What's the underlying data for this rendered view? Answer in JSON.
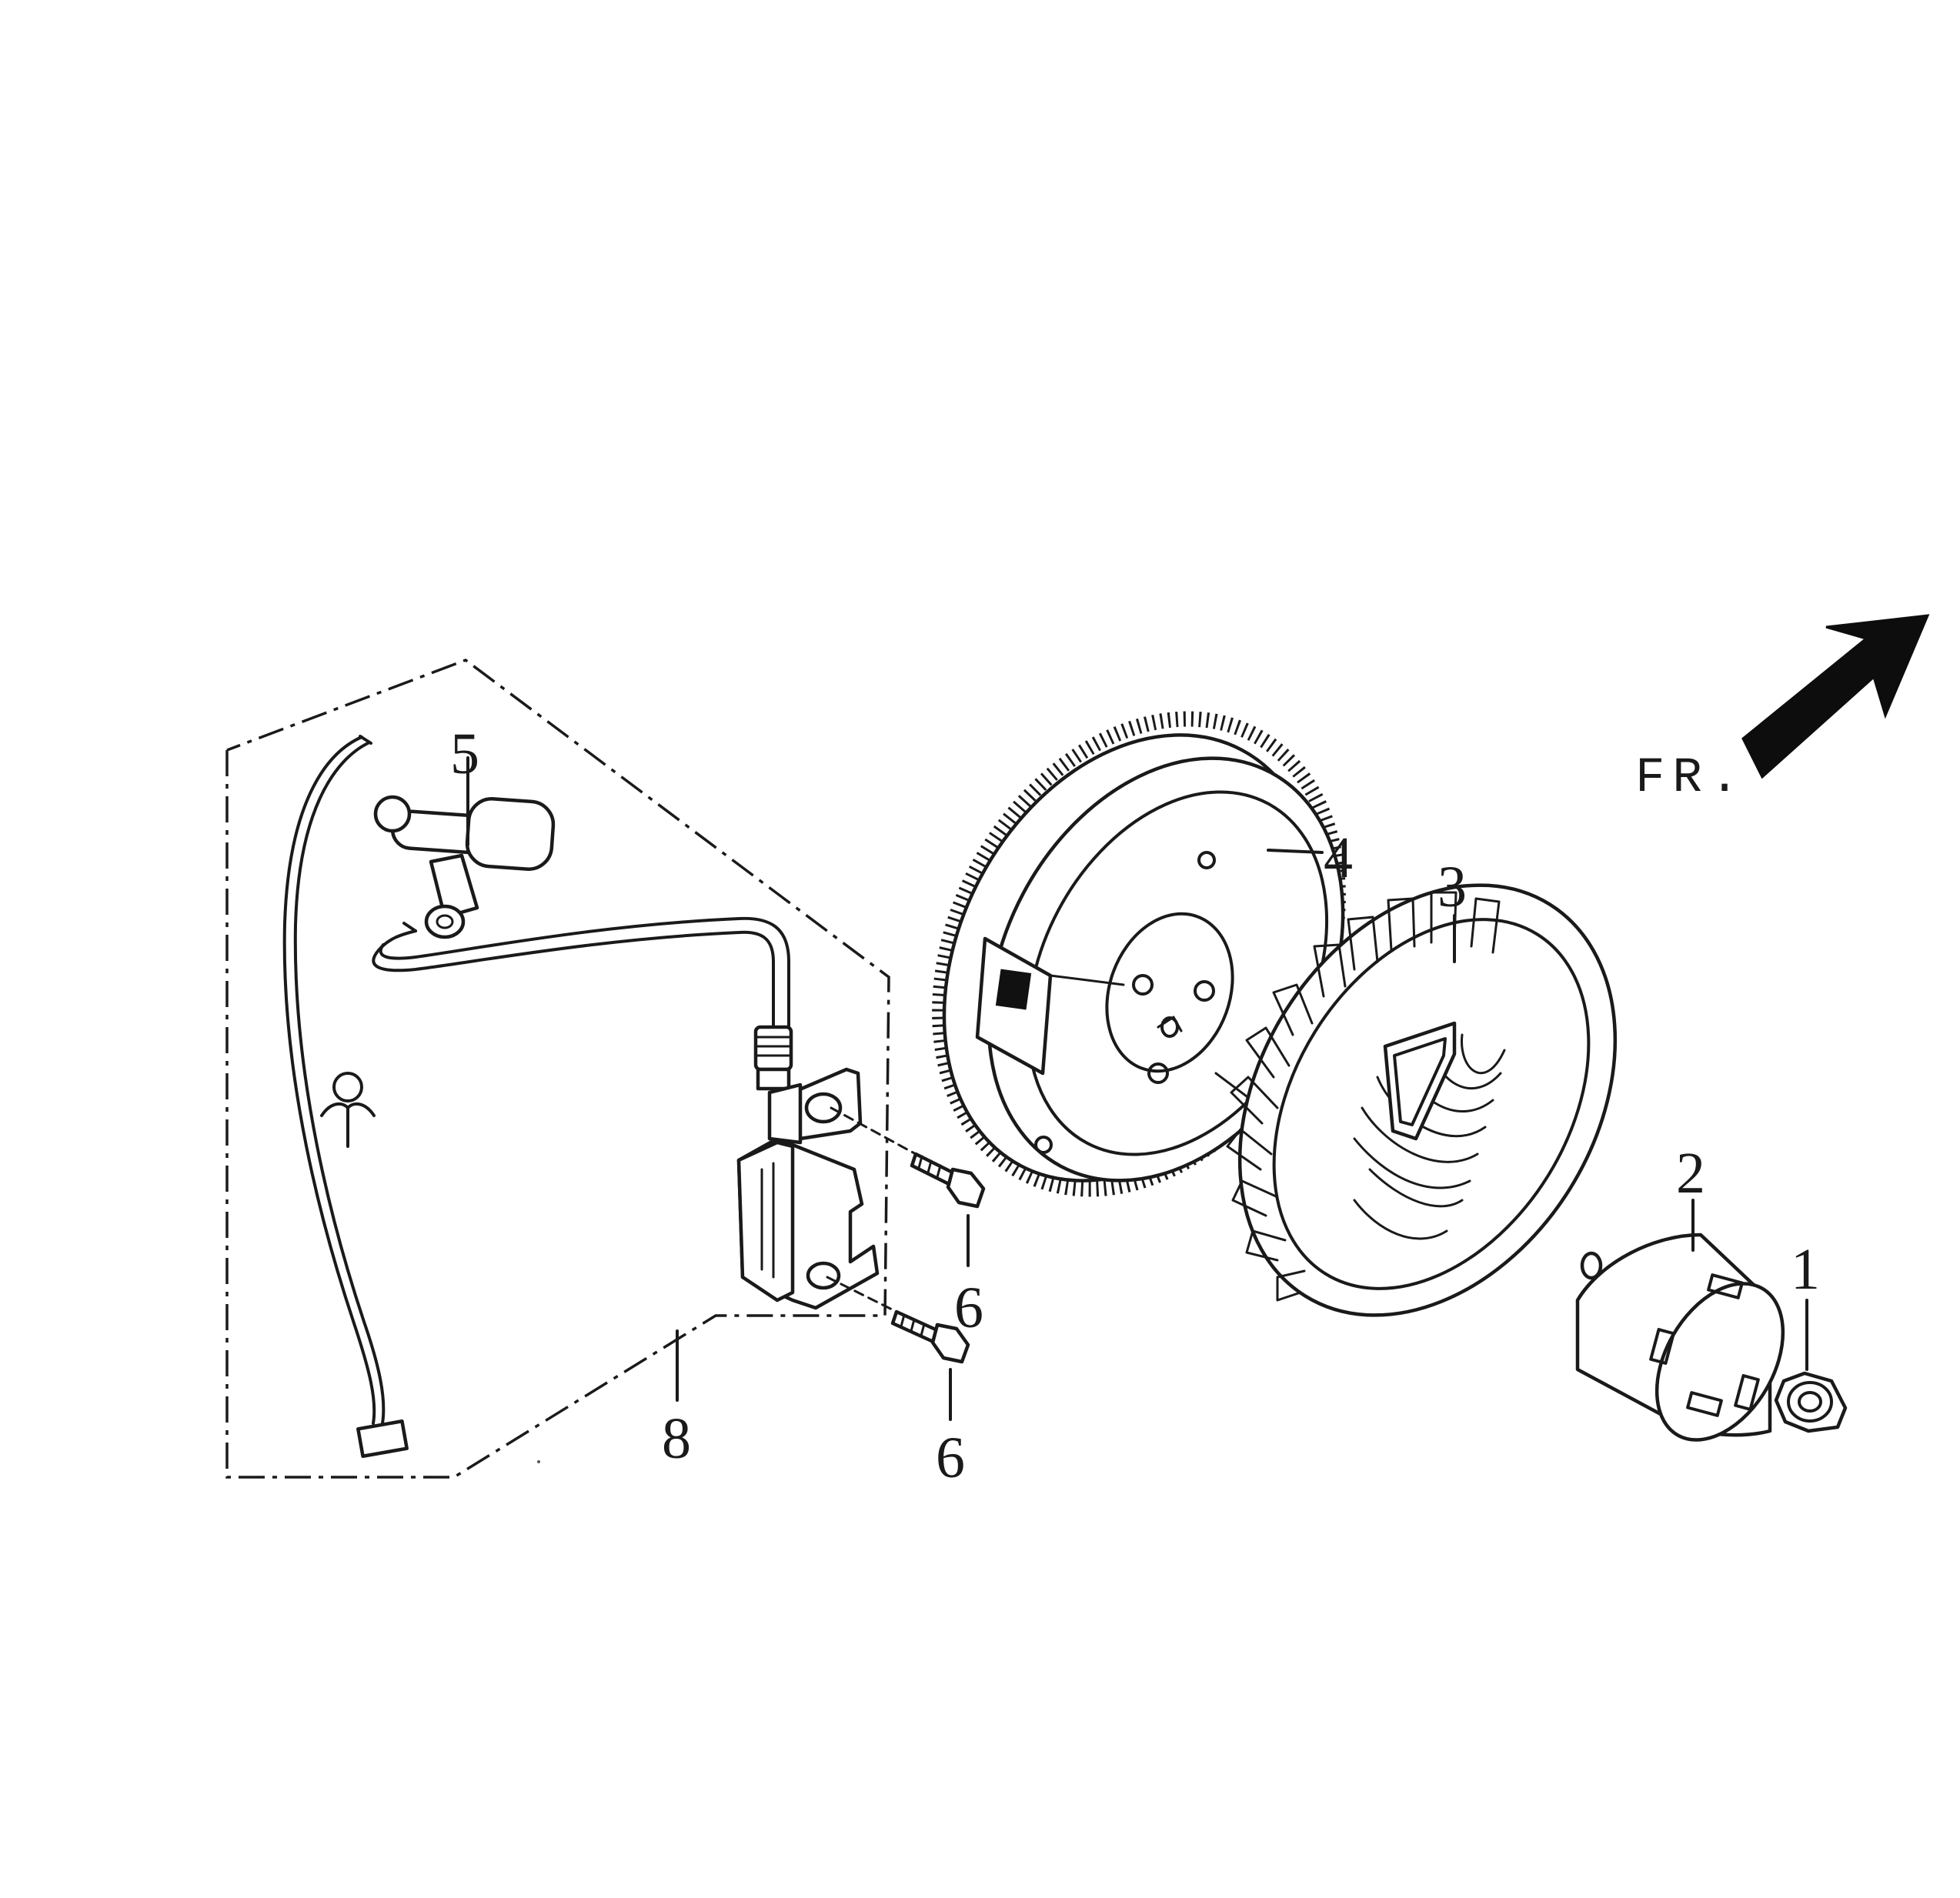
{
  "direction_label": "FR.",
  "callouts": {
    "nut": "1",
    "starter_pulley": "2",
    "cooling_fan": "3",
    "flywheel": "4",
    "spark_plug_cap": "5",
    "bolt_upper": "6",
    "bolt_lower": "6",
    "ignition_coil_assy": "8"
  },
  "icons": {
    "arrow": "front-direction-arrow-icon"
  }
}
